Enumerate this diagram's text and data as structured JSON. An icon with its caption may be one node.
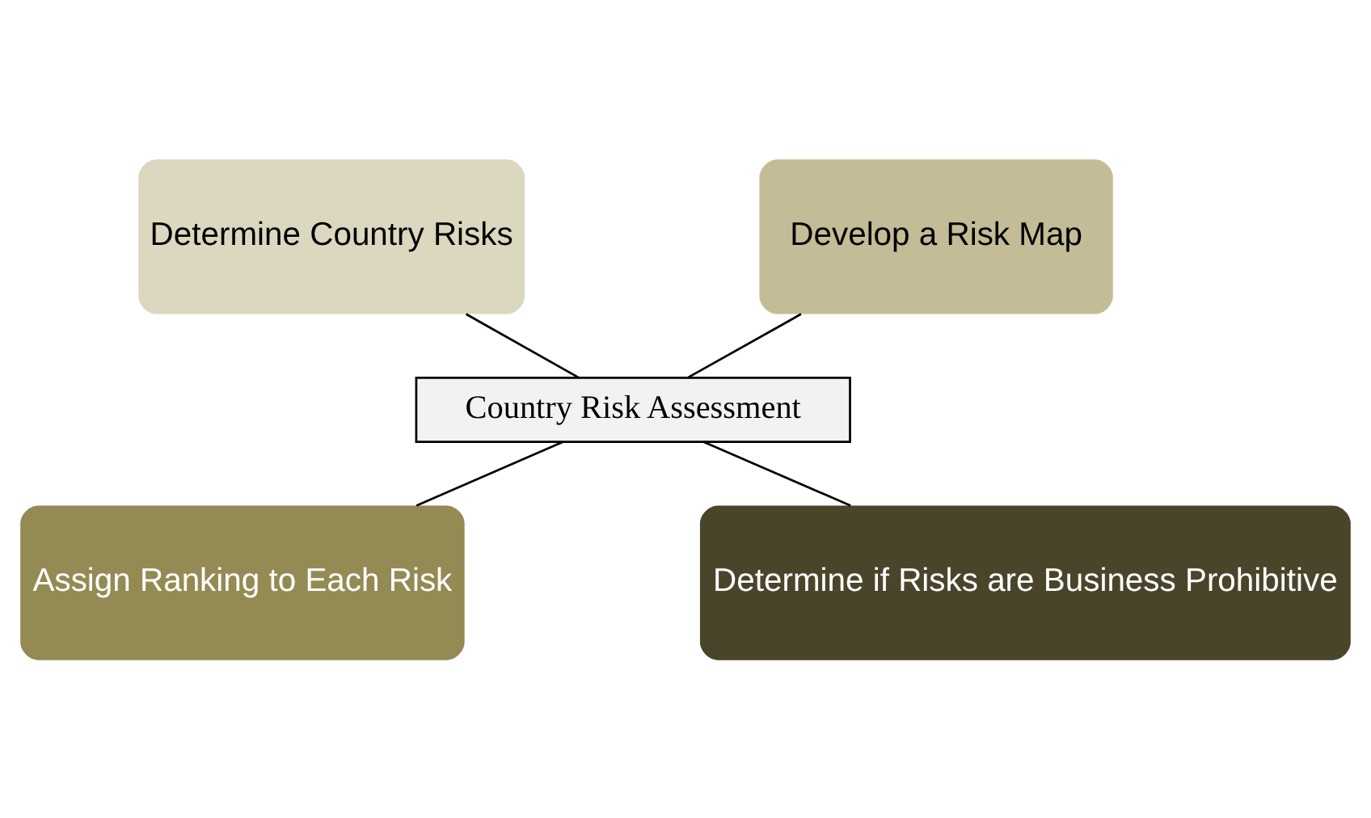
{
  "diagram": {
    "nodes": [
      {
        "text": [
          "Determine Country Risks"
        ]
      },
      {
        "text": [
          "Develop a Risk Map"
        ]
      },
      {
        "text": [
          "Country Risk Assessment"
        ]
      },
      {
        "text": [
          "Assign Ranking to Each Risk"
        ]
      },
      {
        "text": [
          "Determine if Risks are Business Prohibitive"
        ]
      }
    ],
    "edges": [
      {
        "from": 0,
        "to": 2,
        "arrow": "none"
      },
      {
        "from": 1,
        "to": 2,
        "arrow": "none"
      },
      {
        "from": 2,
        "to": 3,
        "arrow": "none"
      },
      {
        "from": 2,
        "to": 4,
        "arrow": "none"
      }
    ]
  }
}
